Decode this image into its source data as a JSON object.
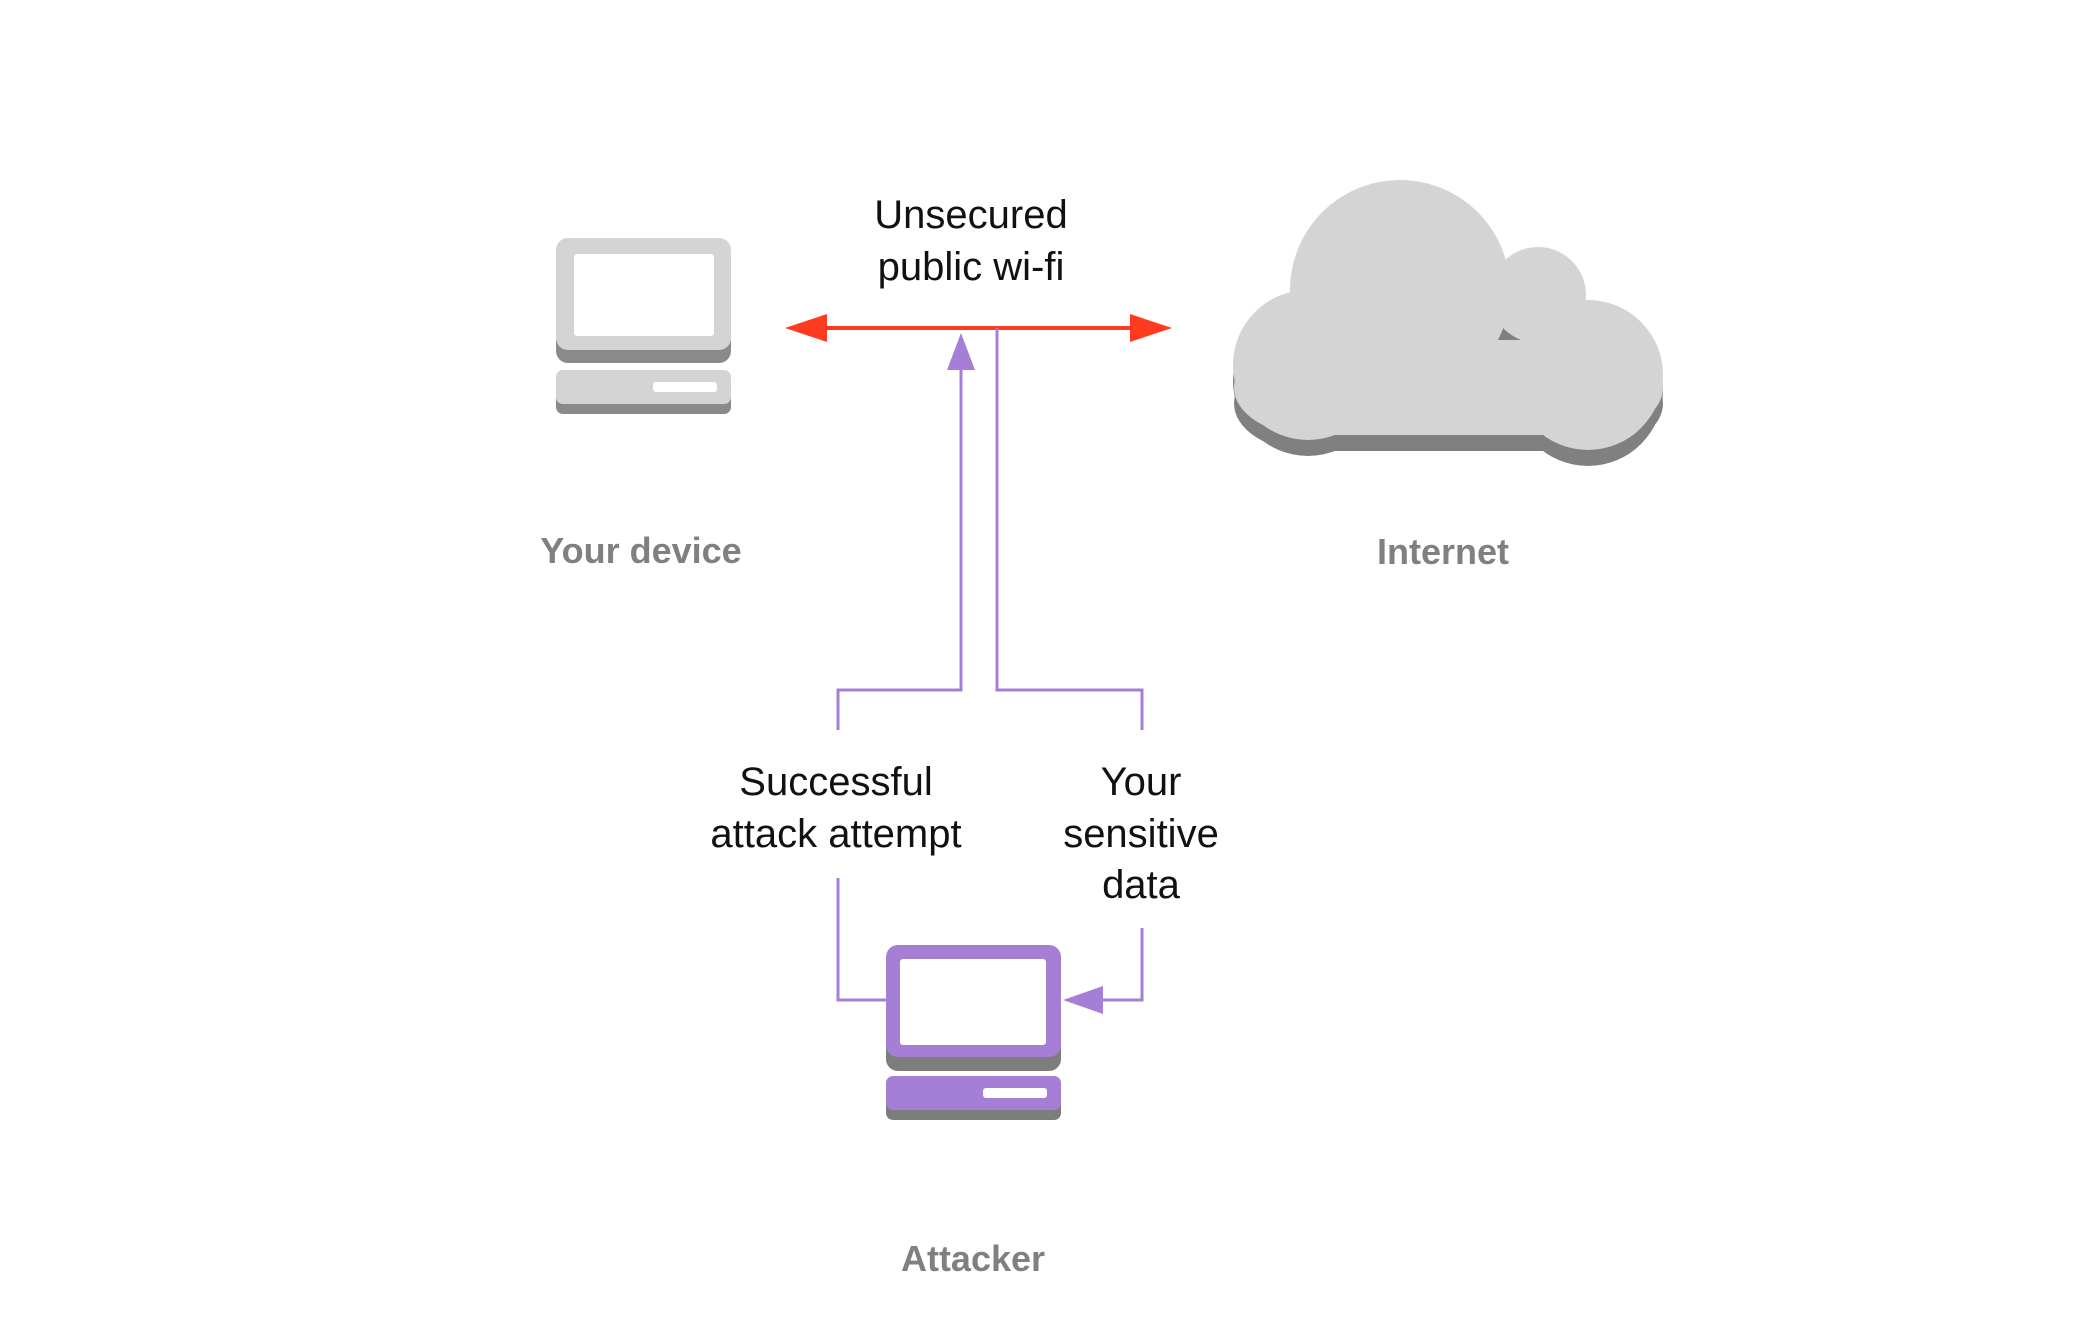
{
  "labels": {
    "wifi_line1": "Unsecured",
    "wifi_line2": "public wi-fi",
    "device": "Your device",
    "internet": "Internet",
    "attempt_line1": "Successful",
    "attempt_line2": "attack attempt",
    "data_line1": "Your",
    "data_line2": "sensitive",
    "data_line3": "data",
    "attacker": "Attacker"
  },
  "icons": {
    "device": "computer-icon",
    "internet": "cloud-icon",
    "attacker": "computer-icon"
  },
  "colors": {
    "wifi_link": "#ff3b1f",
    "attack_path": "#a57fd6",
    "device_icon": "#d4d4d4",
    "device_shadow": "#8a8a8a",
    "attacker_icon": "#a57fd6",
    "attacker_shadow": "#7d7d7d",
    "cloud": "#d4d4d4",
    "cloud_shadow": "#808080",
    "entity_label": "#808080",
    "annotation_text": "#111111"
  }
}
